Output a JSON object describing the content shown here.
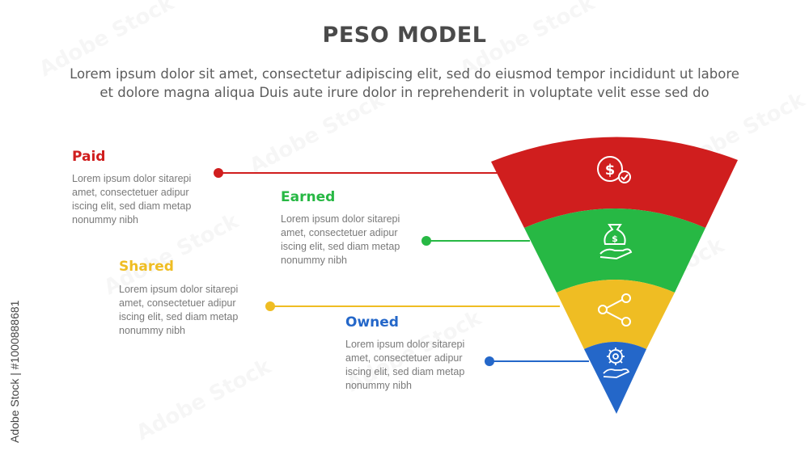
{
  "title": "PESO MODEL",
  "subtitle_line1": "Lorem ipsum dolor sit amet, consectetur adipiscing elit, sed do eiusmod tempor incididunt ut labore",
  "subtitle_line2": "et dolore magna aliqua Duis aute irure dolor in reprehenderit in voluptate velit esse sed do",
  "items": [
    {
      "title": "Paid",
      "color": "#d01e1e",
      "icon": "dollar-check-icon",
      "body": [
        "Lorem ipsum dolor sitarepi",
        "amet, consectetuer adipur",
        "iscing elit, sed diam metap",
        "nonummy nibh"
      ]
    },
    {
      "title": "Earned",
      "color": "#27b844",
      "icon": "money-bag-hand-icon",
      "body": [
        "Lorem ipsum dolor sitarepi",
        "amet, consectetuer adipur",
        "iscing elit, sed diam metap",
        "nonummy nibh"
      ]
    },
    {
      "title": "Shared",
      "color": "#efbd23",
      "icon": "share-icon",
      "body": [
        "Lorem ipsum dolor sitarepi",
        "amet, consectetuer adipur",
        "iscing elit, sed diam metap",
        "nonummy nibh"
      ]
    },
    {
      "title": "Owned",
      "color": "#2467c9",
      "icon": "gear-hand-icon",
      "body": [
        "Lorem ipsum dolor sitarepi",
        "amet, consectetuer adipur",
        "iscing elit, sed diam metap",
        "nonummy nibh"
      ]
    }
  ],
  "watermark": {
    "side_text": "Adobe Stock | #1000888681",
    "repeat_text": "Adobe Stock"
  }
}
